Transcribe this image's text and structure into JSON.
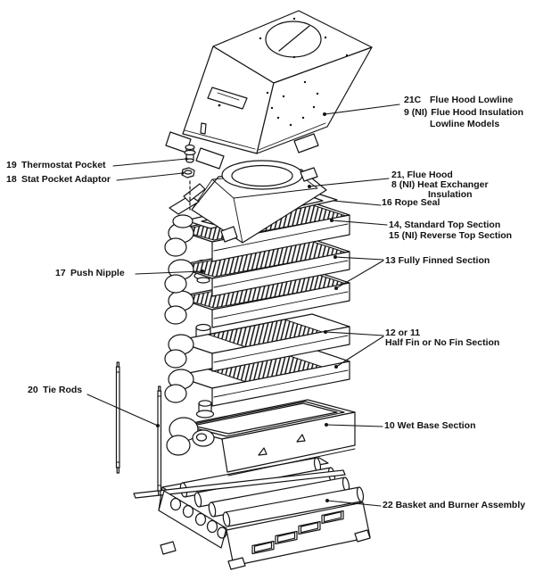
{
  "colors": {
    "background": "#ffffff",
    "ink": "#111111"
  },
  "callouts": {
    "flue_hood_lowline": {
      "rows": [
        {
          "num": "21C",
          "text": "Flue Hood Lowline"
        },
        {
          "num": "9 (NI)",
          "text": "Flue Hood Insulation"
        },
        {
          "num": "",
          "text": "Lowline Models"
        }
      ]
    },
    "flue_hood": {
      "line1": "21, Flue Hood",
      "line2": "8 (NI) Heat Exchanger",
      "line3": "Insulation"
    },
    "rope_seal": {
      "text": "16 Rope Seal"
    },
    "top_section": {
      "line1": "14, Standard Top Section",
      "line2": "15 (NI) Reverse Top Section"
    },
    "fully_finned_section": {
      "text": "13 Fully Finned Section"
    },
    "half_fin_section": {
      "line1": "12 or 11",
      "line2": "Half Fin or No Fin Section"
    },
    "wet_base_section": {
      "text": "10 Wet Base Section"
    },
    "basket_burner": {
      "text": "22 Basket and Burner Assembly"
    },
    "thermostat_pocket": {
      "num": "19",
      "text": "Thermostat Pocket"
    },
    "stat_pocket_adaptor": {
      "num": "18",
      "text": "Stat Pocket Adaptor"
    },
    "push_nipple": {
      "num": "17",
      "text": "Push Nipple"
    },
    "tie_rods": {
      "num": "20",
      "text": "Tie Rods"
    }
  }
}
